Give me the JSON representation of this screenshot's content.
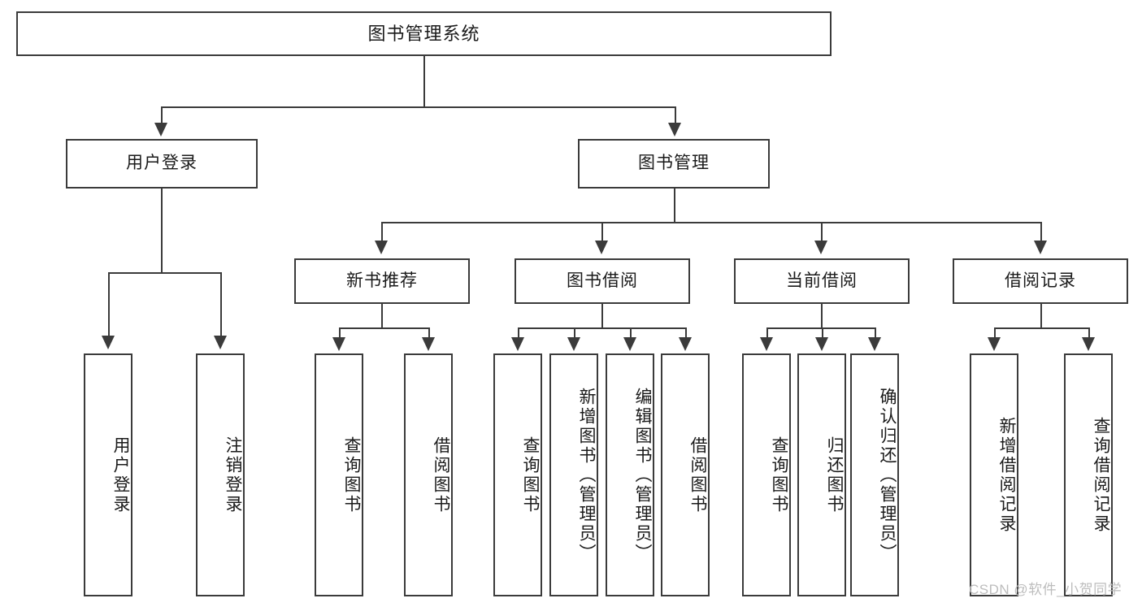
{
  "diagram": {
    "type": "hierarchy-tree",
    "title": "图书管理系统",
    "root": {
      "label": "图书管理系统"
    },
    "level2": [
      {
        "label": "用户登录"
      },
      {
        "label": "图书管理"
      }
    ],
    "level3": [
      {
        "label": "新书推荐"
      },
      {
        "label": "图书借阅"
      },
      {
        "label": "当前借阅"
      },
      {
        "label": "借阅记录"
      }
    ],
    "leaves": {
      "user_login": [
        {
          "label": "用户登录"
        },
        {
          "label": "注销登录"
        }
      ],
      "new_book_recommend": [
        {
          "label": "查询图书"
        },
        {
          "label": "借阅图书"
        }
      ],
      "book_borrow": [
        {
          "label": "查询图书"
        },
        {
          "label": "新增图书（管理员）"
        },
        {
          "label": "编辑图书（管理员）"
        },
        {
          "label": "借阅图书"
        }
      ],
      "current_borrow": [
        {
          "label": "查询图书"
        },
        {
          "label": "归还图书"
        },
        {
          "label": "确认归还（管理员）"
        }
      ],
      "borrow_record": [
        {
          "label": "新增借阅记录"
        },
        {
          "label": "查询借阅记录"
        }
      ]
    }
  },
  "watermark": {
    "text": "CSDN @软件_小贺同学"
  },
  "colors": {
    "stroke": "#3b3b3b",
    "fill": "#ffffff",
    "text": "#1a1a1a",
    "watermark": "#bdbdbd"
  }
}
